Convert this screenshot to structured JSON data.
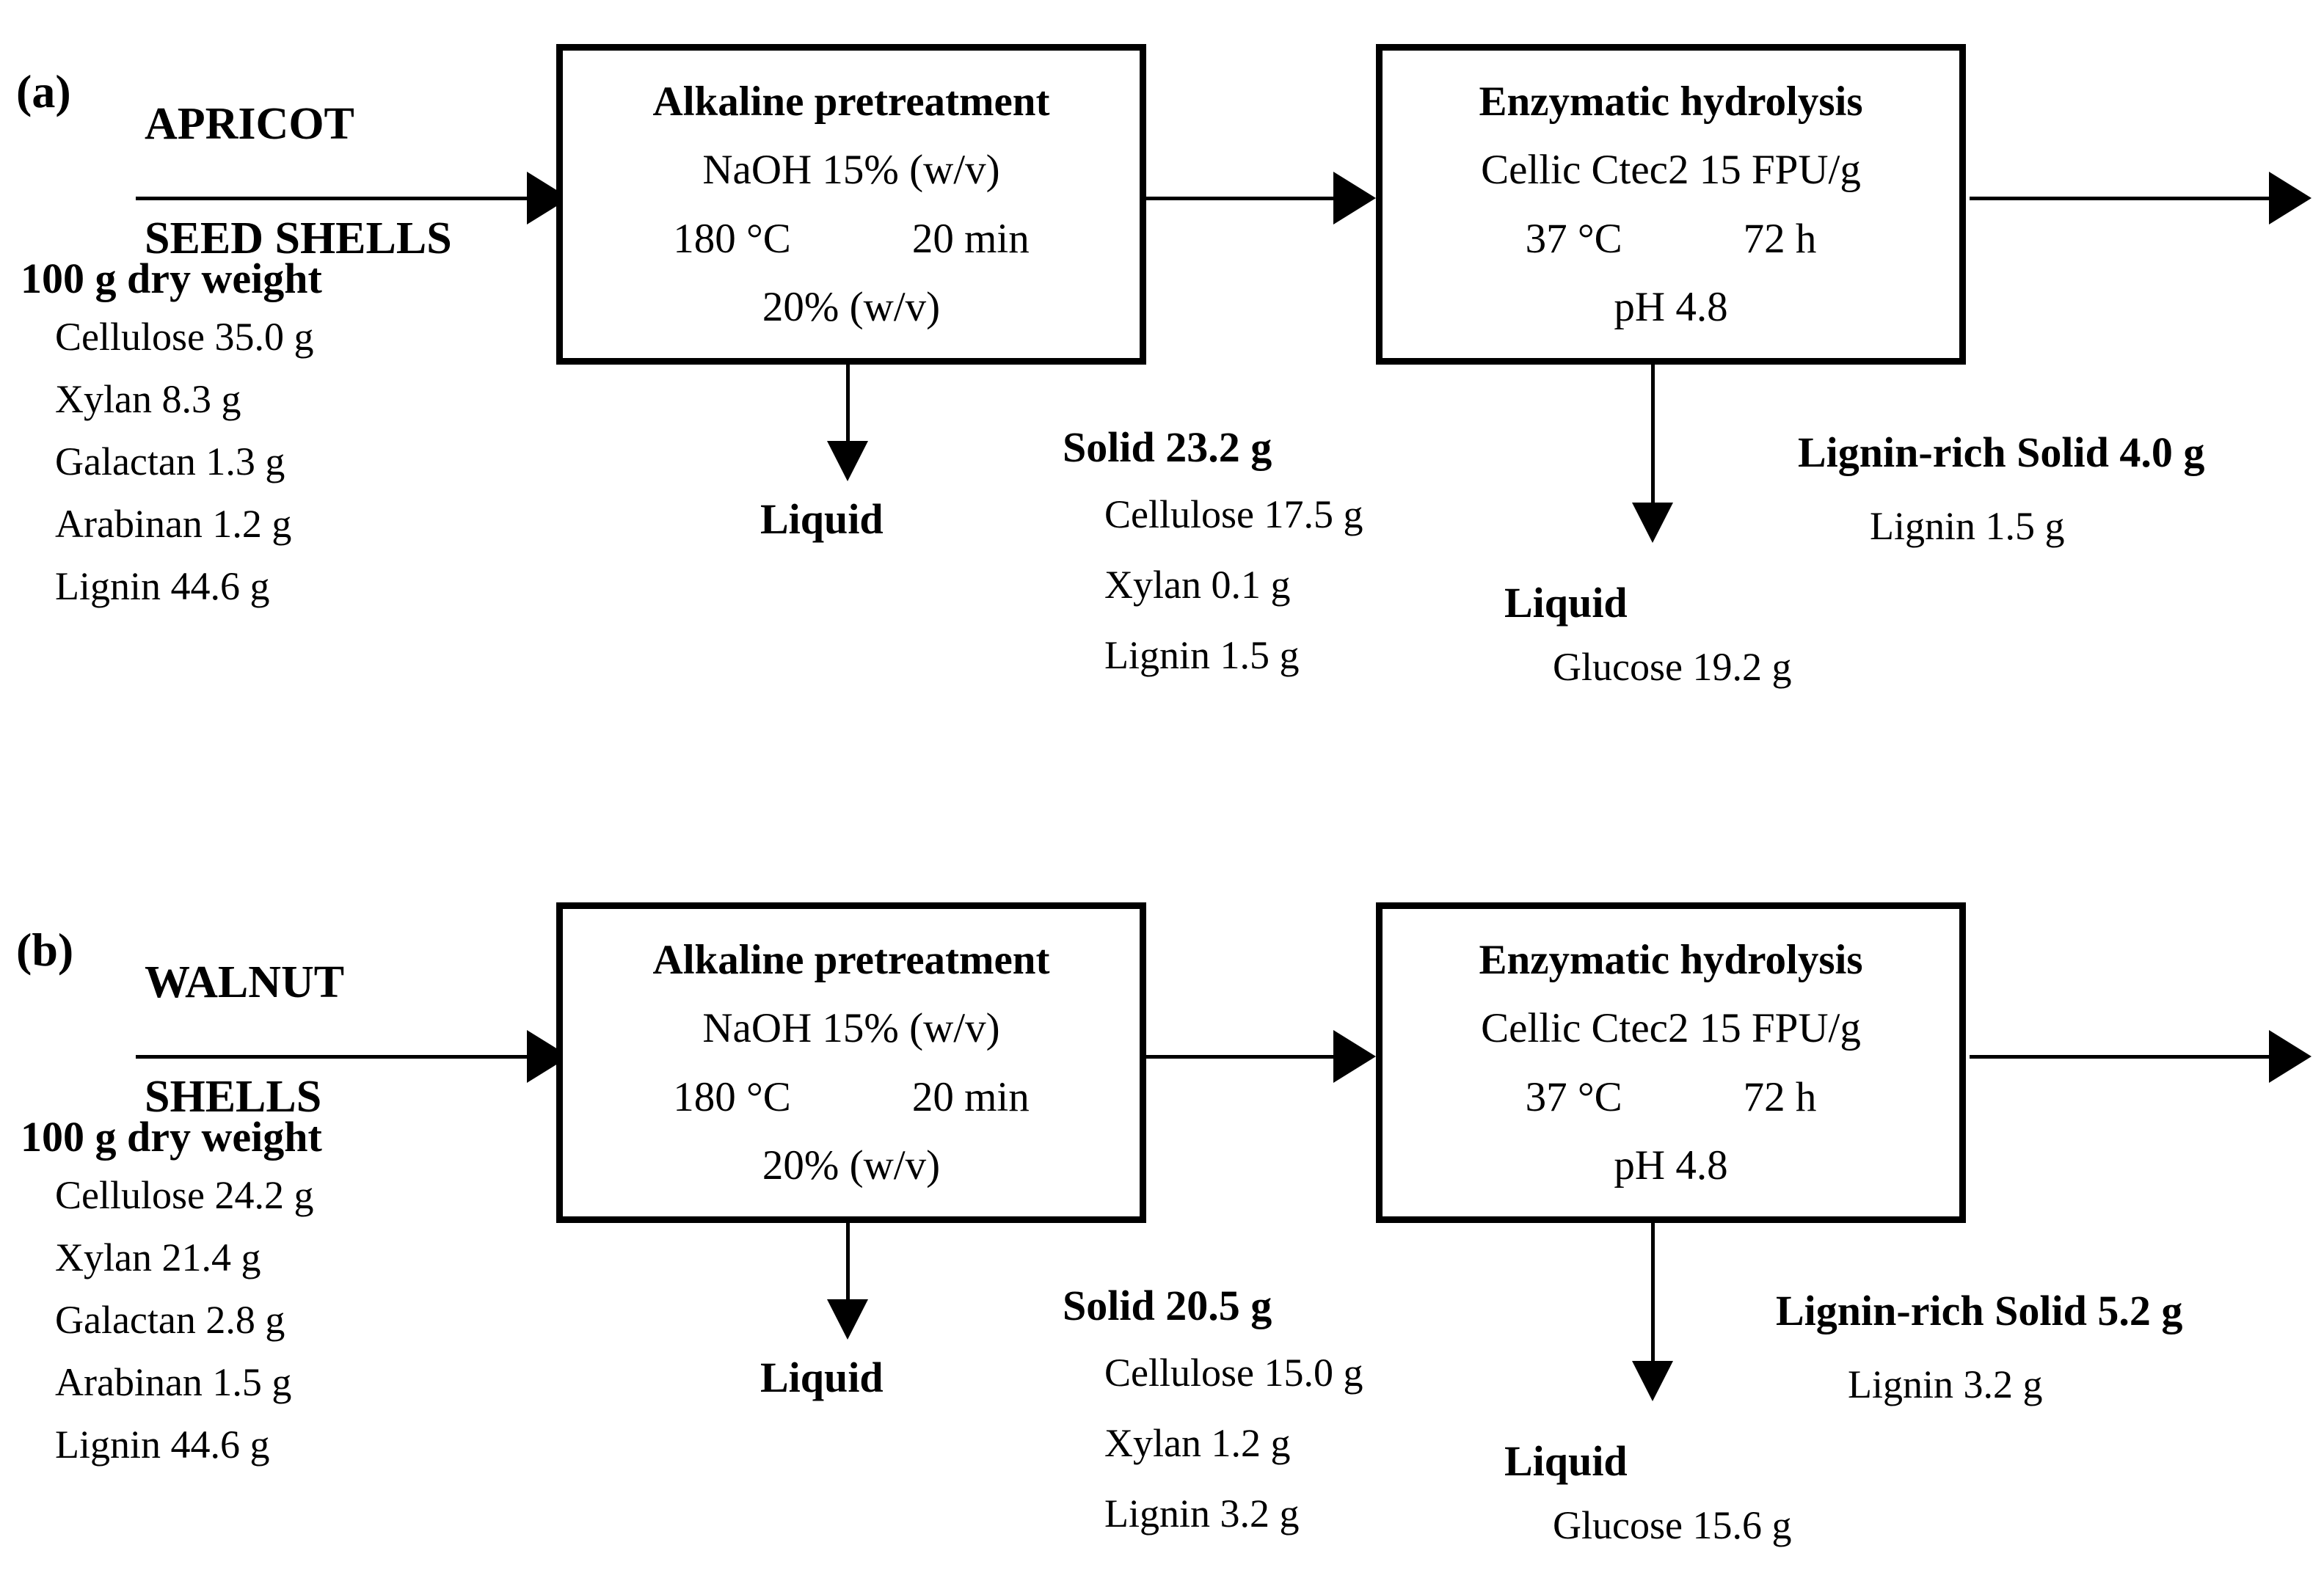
{
  "colors": {
    "background": "#ffffff",
    "ink": "#000000"
  },
  "figure": {
    "panels": [
      {
        "label": "(a)",
        "feedstock_line1": "APRICOT",
        "feedstock_line2": "SEED SHELLS",
        "input_title": "100 g dry weight",
        "input_items": [
          "Cellulose 35.0 g",
          "Xylan 8.3 g",
          "Galactan 1.3 g",
          "Arabinan 1.2 g",
          "Lignin 44.6 g"
        ],
        "pretreatment_box": {
          "title": "Alkaline pretreatment",
          "reagent": "NaOH 15% (w/v)",
          "temperature": "180 °C",
          "time": "20 min",
          "loading": "20% (w/v)"
        },
        "pretreatment_liquid_label": "Liquid",
        "solid_title": "Solid 23.2 g",
        "solid_items": [
          "Cellulose 17.5 g",
          "Xylan 0.1 g",
          "Lignin 1.5 g"
        ],
        "hydrolysis_box": {
          "title": "Enzymatic hydrolysis",
          "enzyme": "Cellic Ctec2 15 FPU/g",
          "temperature": "37 °C",
          "time": "72 h",
          "ph": "pH 4.8"
        },
        "hydrolysis_liquid_label": "Liquid",
        "hydrolysis_liquid_item": "Glucose 19.2 g",
        "lignin_solid_title": "Lignin-rich Solid 4.0 g",
        "lignin_solid_item": "Lignin 1.5 g"
      },
      {
        "label": "(b)",
        "feedstock_line1": "WALNUT",
        "feedstock_line2": "SHELLS",
        "input_title": "100 g dry weight",
        "input_items": [
          "Cellulose 24.2 g",
          "Xylan 21.4 g",
          "Galactan 2.8 g",
          "Arabinan 1.5 g",
          "Lignin 44.6 g"
        ],
        "pretreatment_box": {
          "title": "Alkaline pretreatment",
          "reagent": "NaOH 15% (w/v)",
          "temperature": "180 °C",
          "time": "20 min",
          "loading": "20% (w/v)"
        },
        "pretreatment_liquid_label": "Liquid",
        "solid_title": "Solid 20.5 g",
        "solid_items": [
          "Cellulose 15.0 g",
          "Xylan 1.2 g",
          "Lignin 3.2 g"
        ],
        "hydrolysis_box": {
          "title": "Enzymatic hydrolysis",
          "enzyme": "Cellic Ctec2 15 FPU/g",
          "temperature": "37 °C",
          "time": "72 h",
          "ph": "pH 4.8"
        },
        "hydrolysis_liquid_label": "Liquid",
        "hydrolysis_liquid_item": "Glucose 15.6 g",
        "lignin_solid_title": "Lignin-rich Solid 5.2 g",
        "lignin_solid_item": "Lignin 3.2 g"
      }
    ]
  }
}
